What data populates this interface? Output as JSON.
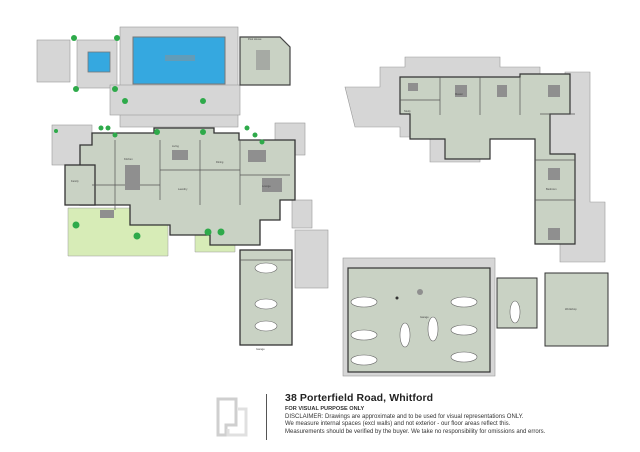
{
  "address": "38 Porterfield Road, Whitford",
  "subtitle": "FOR VISUAL PURPOSE ONLY",
  "disclaimer": [
    "DISCLAIMER: Drawings are approximate and to be used for visual representations ONLY.",
    "We measure internal spaces (excl walls) and not exterior - our floor areas reflect this.",
    "Measurements should be verified by the buyer. We take no responsibility for omissions and errors."
  ],
  "colors": {
    "floor": "#c9d2c4",
    "terrace": "#d6d6d6",
    "wall": "#8f8f8f",
    "pool": "#35a8e0",
    "lawn": "#d7ecb7",
    "tree": "#2eaa4a"
  },
  "rooms": {
    "living": "Living",
    "dining": "Dining",
    "kitchen": "Kitchen",
    "family": "Family",
    "lounge": "Lounge",
    "garage": "Garage",
    "workshop": "Workshop",
    "master": "Master",
    "bedroom": "Bedroom",
    "study": "Study",
    "laundry": "Laundry",
    "pool_house": "Pool House"
  },
  "logo_icon": "company-logo-icon"
}
